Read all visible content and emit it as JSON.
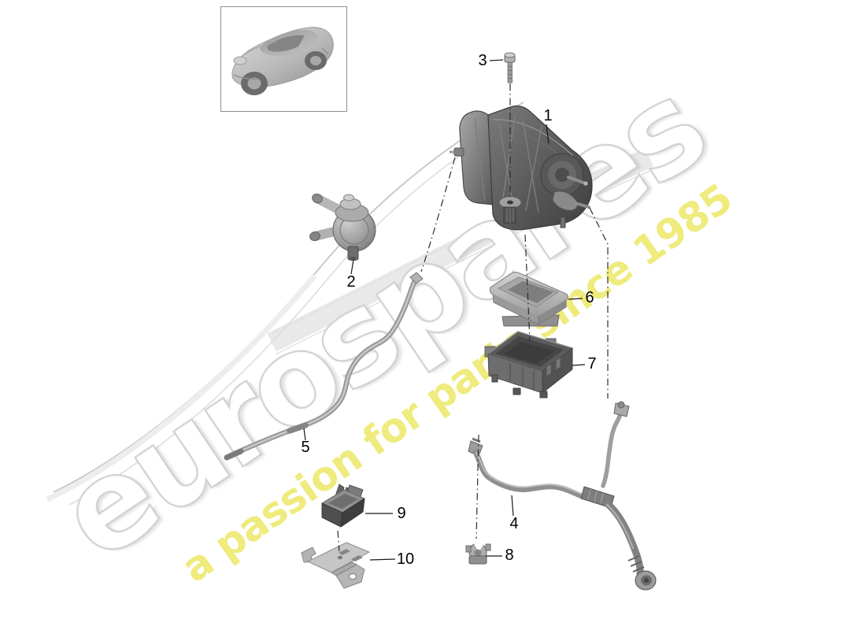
{
  "watermark": {
    "brand_text": "eurospares",
    "tagline_text": "a passion for parts since 1985",
    "tagline_color": "rgba(233,227,73,0.72)",
    "brand_outline_color": "#cbcbcb"
  },
  "callouts": [
    {
      "label": "1"
    },
    {
      "label": "2"
    },
    {
      "label": "3"
    },
    {
      "label": "4"
    },
    {
      "label": "5"
    },
    {
      "label": "6"
    },
    {
      "label": "7"
    },
    {
      "label": "8"
    },
    {
      "label": "9"
    },
    {
      "label": "10"
    }
  ]
}
